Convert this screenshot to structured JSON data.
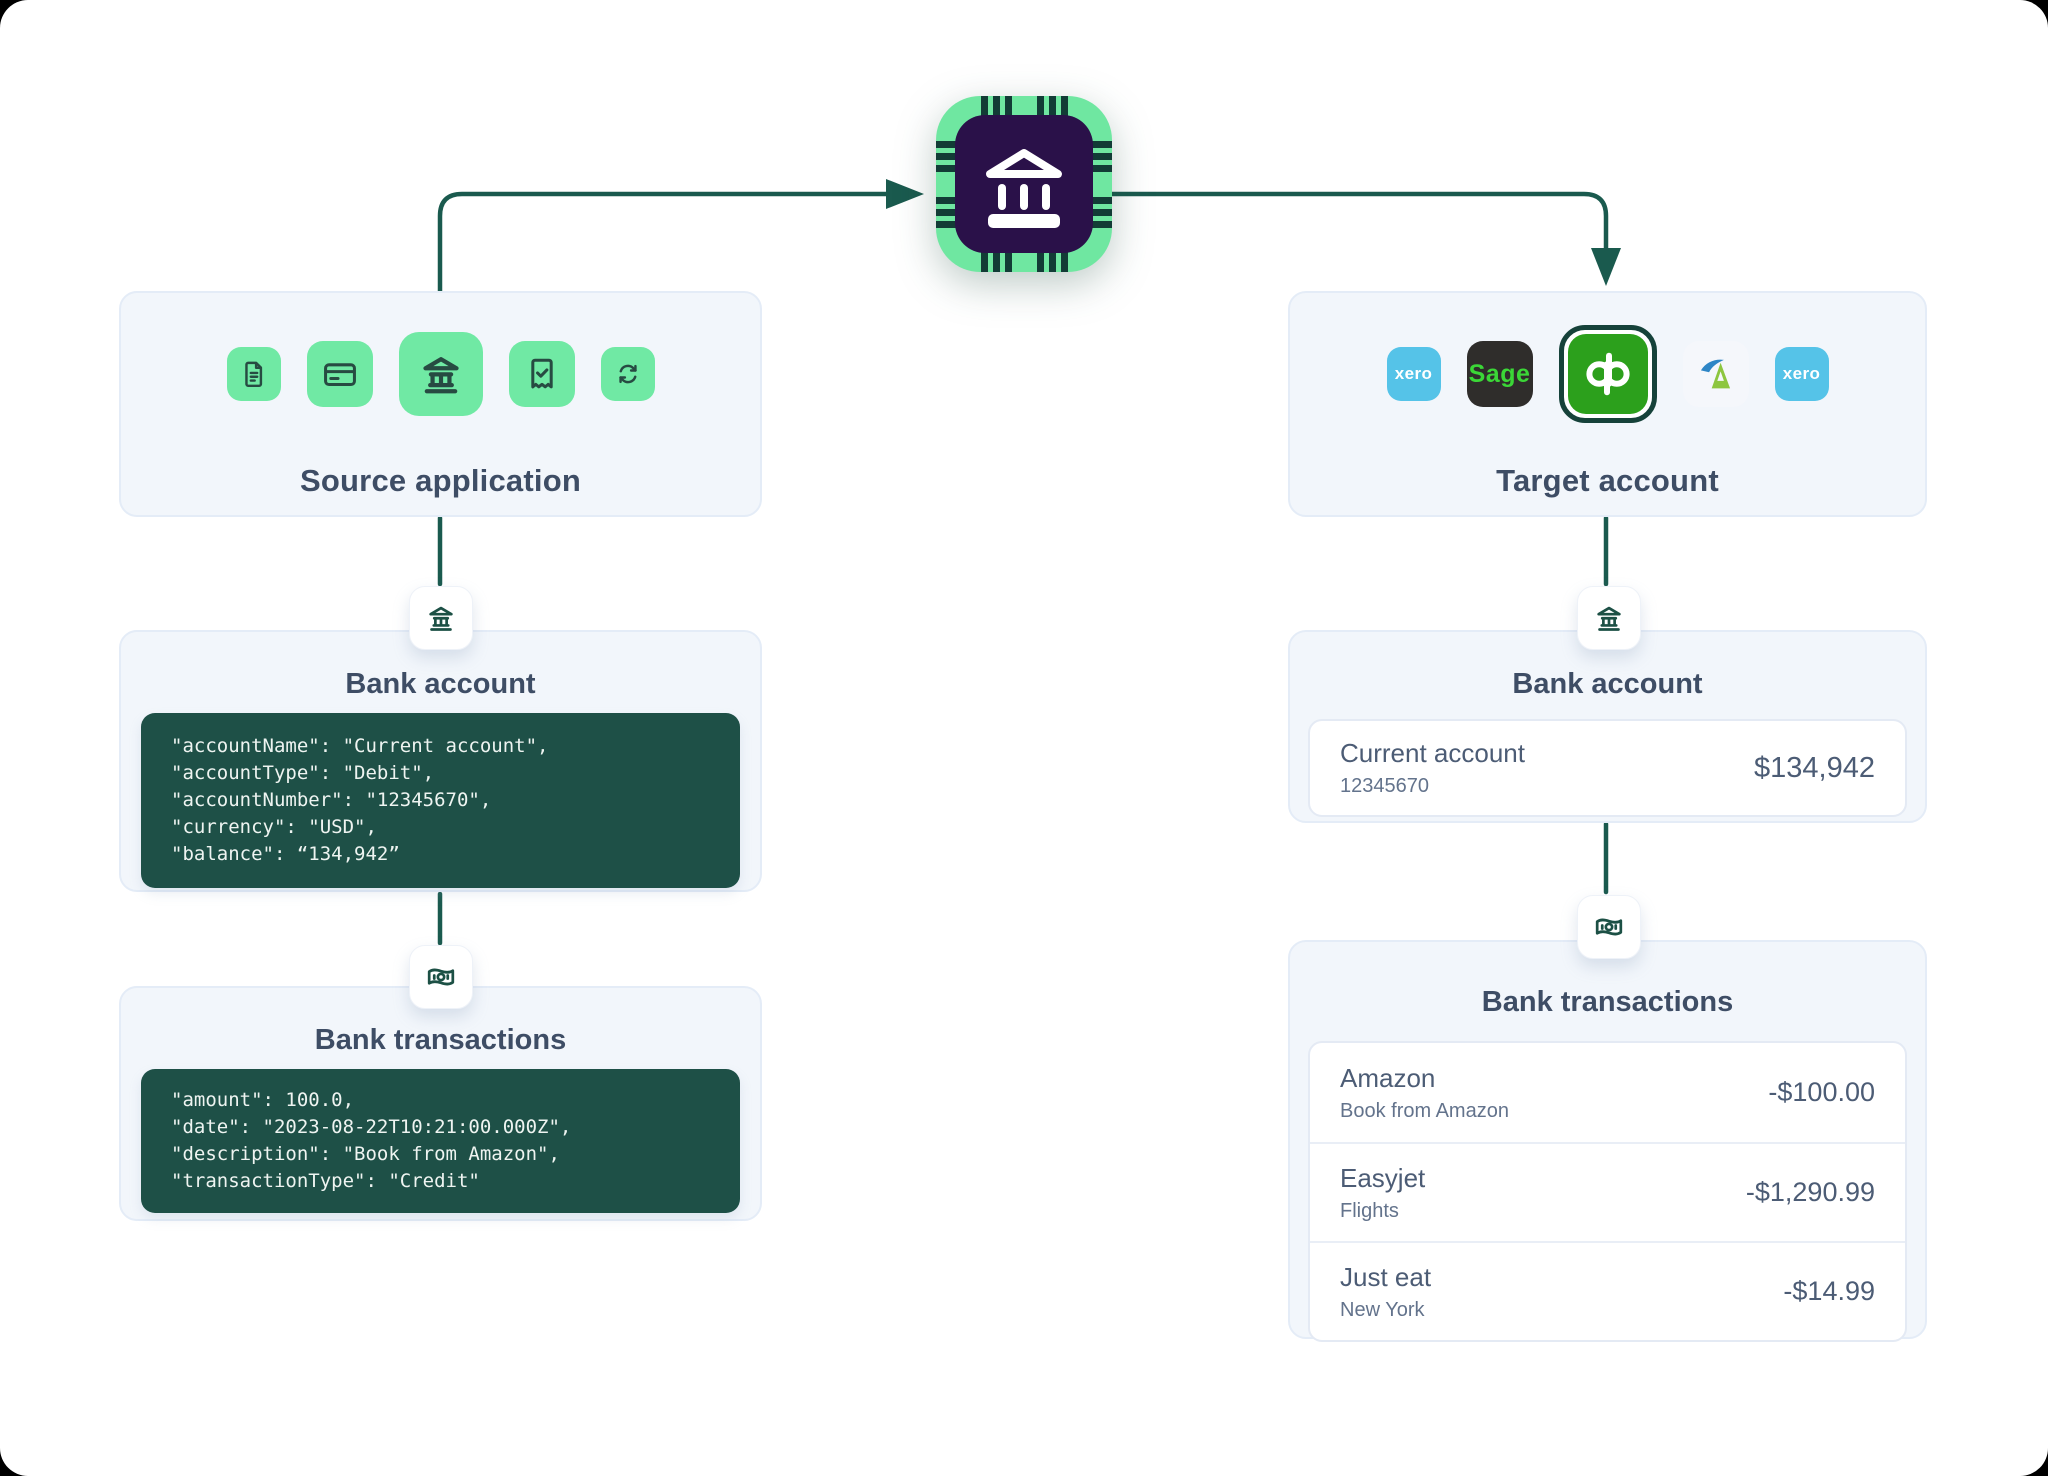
{
  "theme": {
    "colors": {
      "accent_green": "#70e9a4",
      "dark_teal": "#1a5a4e",
      "code_background": "#1e5047",
      "chip_core_purple": "#2a1149",
      "panel_background": "#f2f6fb",
      "heading_text": "#3e4d65",
      "xero_blue": "#55c3e8",
      "sage_dark": "#2f2d2b",
      "sage_green": "#3bd737",
      "quickbooks_green": "#2ca01c",
      "freeagent_blue": "#2e86c6",
      "freeagent_green": "#8dc63f"
    }
  },
  "hub": {
    "icon": "bank-chip-icon"
  },
  "source_panel": {
    "title": "Source application",
    "icons": [
      "document-icon",
      "credit-card-icon",
      "bank-icon",
      "receipt-check-icon",
      "sync-icon"
    ]
  },
  "target_panel": {
    "title": "Target account",
    "apps": [
      {
        "name": "Xero",
        "label": "xero"
      },
      {
        "name": "Sage",
        "label": "Sage"
      },
      {
        "name": "QuickBooks",
        "label": "qb",
        "selected": true
      },
      {
        "name": "FreeAgent",
        "label": "A"
      },
      {
        "name": "Xero",
        "label": "xero"
      }
    ]
  },
  "source_bank_account": {
    "title": "Bank account",
    "badge_icon": "bank-icon",
    "code_lines": [
      "\"accountName\": \"Current account\",",
      "\"accountType\": \"Debit\",",
      "\"accountNumber\": \"12345670\",",
      "\"currency\": \"USD\",",
      "\"balance\": “134,942”"
    ]
  },
  "source_bank_transactions": {
    "title": "Bank transactions",
    "badge_icon": "banknote-icon",
    "code_lines": [
      "\"amount\": 100.0,",
      "\"date\": \"2023-08-22T10:21:00.000Z\",",
      "\"description\": \"Book from Amazon\",",
      "\"transactionType\": \"Credit\""
    ]
  },
  "target_bank_account": {
    "title": "Bank account",
    "badge_icon": "bank-icon",
    "account": {
      "name": "Current account",
      "number": "12345670",
      "balance": "$134,942"
    }
  },
  "target_bank_transactions": {
    "title": "Bank transactions",
    "badge_icon": "banknote-icon",
    "rows": [
      {
        "merchant": "Amazon",
        "description": "Book from Amazon",
        "amount": "-$100.00"
      },
      {
        "merchant": "Easyjet",
        "description": "Flights",
        "amount": "-$1,290.99"
      },
      {
        "merchant": "Just eat",
        "description": "New York",
        "amount": "-$14.99"
      }
    ]
  }
}
